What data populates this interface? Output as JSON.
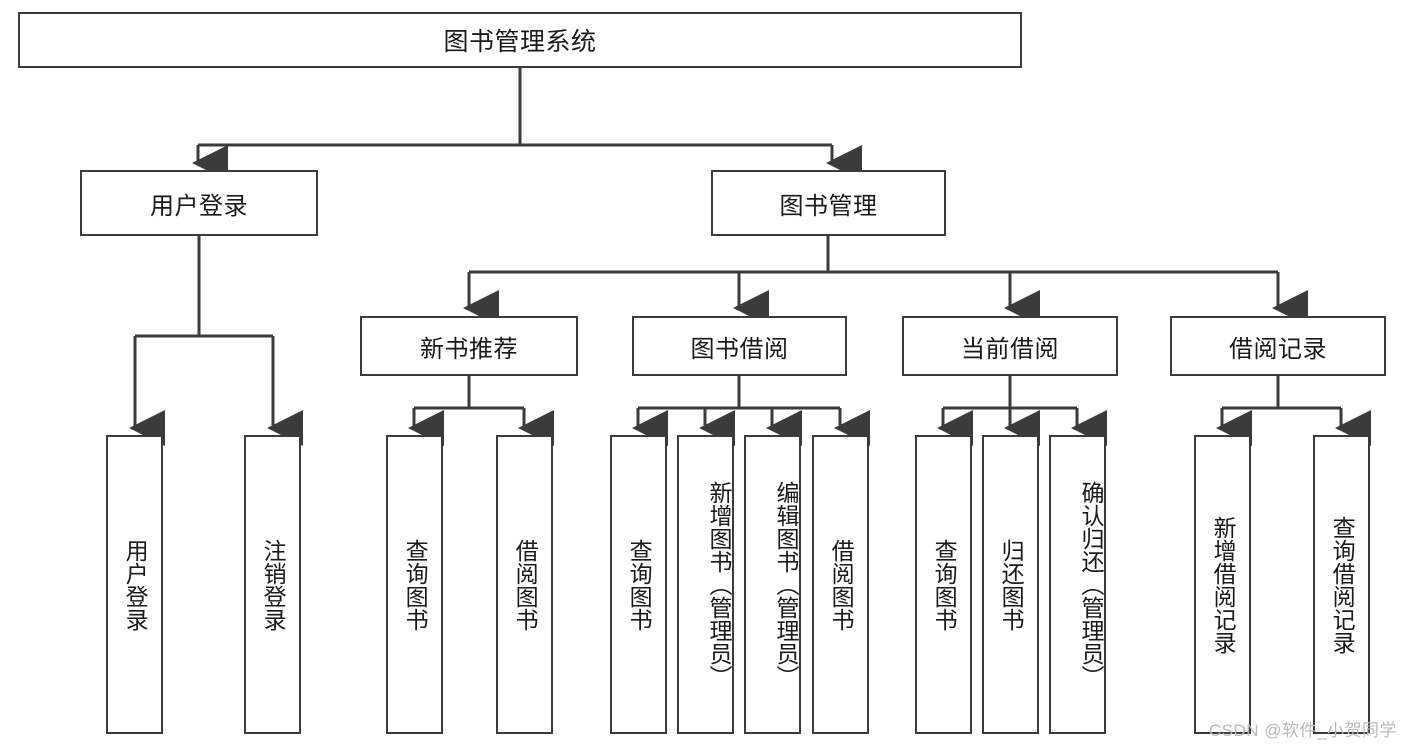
{
  "diagram": {
    "type": "tree-hierarchy",
    "title": "图书管理系统",
    "root": {
      "label": "图书管理系统",
      "children": [
        {
          "label": "用户登录",
          "children": [
            {
              "label": "用户登录"
            },
            {
              "label": "注销登录"
            }
          ]
        },
        {
          "label": "图书管理",
          "children": [
            {
              "label": "新书推荐",
              "children": [
                {
                  "label": "查询图书"
                },
                {
                  "label": "借阅图书"
                }
              ]
            },
            {
              "label": "图书借阅",
              "children": [
                {
                  "label": "查询图书"
                },
                {
                  "label": "新增图书（管理员）"
                },
                {
                  "label": "编辑图书（管理员）"
                },
                {
                  "label": "借阅图书"
                }
              ]
            },
            {
              "label": "当前借阅",
              "children": [
                {
                  "label": "查询图书"
                },
                {
                  "label": "归还图书"
                },
                {
                  "label": "确认归还（管理员）"
                }
              ]
            },
            {
              "label": "借阅记录",
              "children": [
                {
                  "label": "新增借阅记录"
                },
                {
                  "label": "查询借阅记录"
                }
              ]
            }
          ]
        }
      ]
    },
    "nodes": {
      "root": "图书管理系统",
      "l1_user_login": "用户登录",
      "l1_book_mgmt": "图书管理",
      "l2_new_book": "新书推荐",
      "l2_borrow": "图书借阅",
      "l2_current": "当前借阅",
      "l2_records": "借阅记录",
      "leaf_user_login": "用户登录",
      "leaf_logout": "注销登录",
      "leaf_nb_query": "查询图书",
      "leaf_nb_borrow": "借阅图书",
      "leaf_bw_query": "查询图书",
      "leaf_bw_add": "新增图书（管理员）",
      "leaf_bw_edit": "编辑图书（管理员）",
      "leaf_bw_borrow": "借阅图书",
      "leaf_cur_query": "查询图书",
      "leaf_cur_return": "归还图书",
      "leaf_cur_confirm": "确认归还（管理员）",
      "leaf_rec_add": "新增借阅记录",
      "leaf_rec_query": "查询借阅记录"
    },
    "colors": {
      "stroke": "#3b3b3b",
      "fill": "#ffffff",
      "text": "#1a1a1a",
      "watermark": "#b9b9b9"
    }
  },
  "watermark": "CSDN @软件_小贺同学"
}
